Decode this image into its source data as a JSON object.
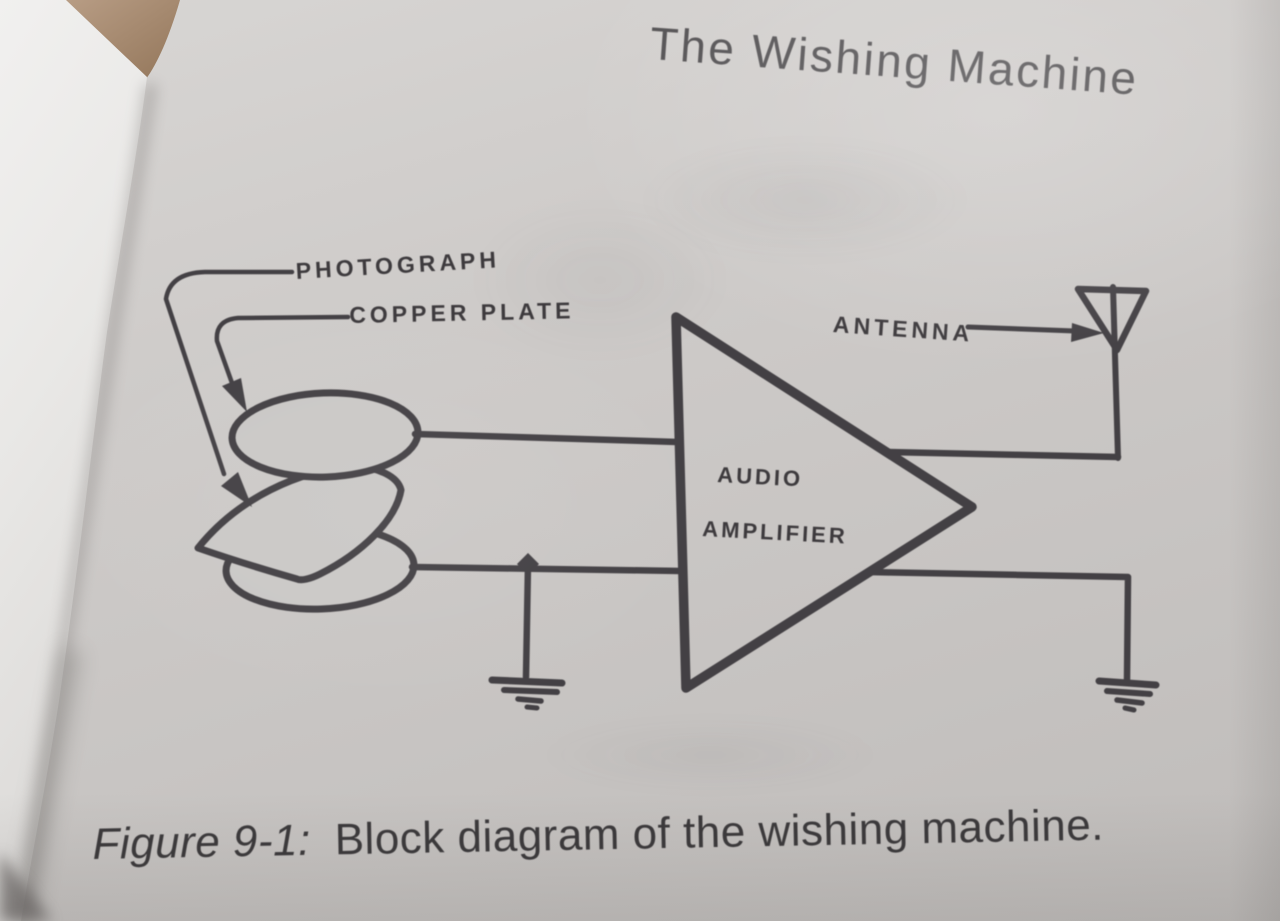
{
  "page": {
    "title": "The Wishing Machine",
    "caption": {
      "prefix": "Figure 9-1:",
      "text": "Block diagram of the wishing machine."
    }
  },
  "diagram": {
    "labels": {
      "photograph": "PHOTOGRAPH",
      "copper_plate": "COPPER PLATE",
      "antenna": "ANTENNA",
      "audio": "AUDIO",
      "amplifier": "AMPLIFIER"
    },
    "icons": {
      "antenna-icon": "inverted-triangle-with-mast",
      "ground-icon": "four-bar-earth-ground",
      "amplifier-icon": "right-pointing-triangle",
      "junction-icon": "diamond-dot",
      "arrow-icon": "tapered-pointer-arrowhead"
    },
    "colors": {
      "ink": "#434044",
      "page": "#cac8c6",
      "facing_page": "#efeeec",
      "desk": "#ab8f74"
    }
  }
}
